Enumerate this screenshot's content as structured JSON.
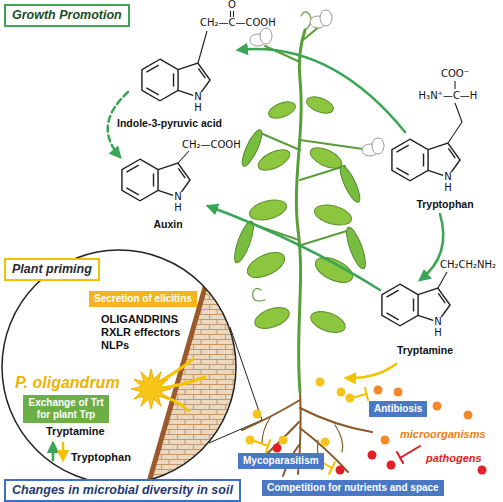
{
  "diagram": {
    "nodes": [
      {
        "text": [
          "Growth Promotion"
        ]
      },
      {
        "text": [
          "Plant priming"
        ]
      },
      {
        "text": [
          "OLIGANDRINS RXLR effectors NLPs",
          "P. oligandrum",
          "Tryptamine",
          "Tryptophan"
        ]
      },
      {
        "text": [
          "Secretion of elicitins"
        ],
        "in": 2
      },
      {
        "text": [
          "Exchange of Trt for plant Trp"
        ],
        "in": 2
      },
      {
        "text": [
          "Antibiosis"
        ]
      },
      {
        "text": [
          "Mycoparasitism"
        ]
      },
      {
        "text": [
          "Competition for nutrients and space"
        ]
      },
      {
        "text": [
          "Changes in microbial diversity in soil"
        ]
      }
    ],
    "labels": [
      "CH₂—C—COOH",
      "O",
      "N",
      "H",
      "Indole-3-pyruvic acid",
      "CH₂—COOH",
      "N",
      "H",
      "Auxin",
      "COO⁻",
      "H₃N⁺—C—H",
      "N",
      "H",
      "Tryptophan",
      "CH₂CH₂NH₂",
      "N",
      "H",
      "Tryptamine",
      "microorganisms",
      "pathogens"
    ]
  }
}
